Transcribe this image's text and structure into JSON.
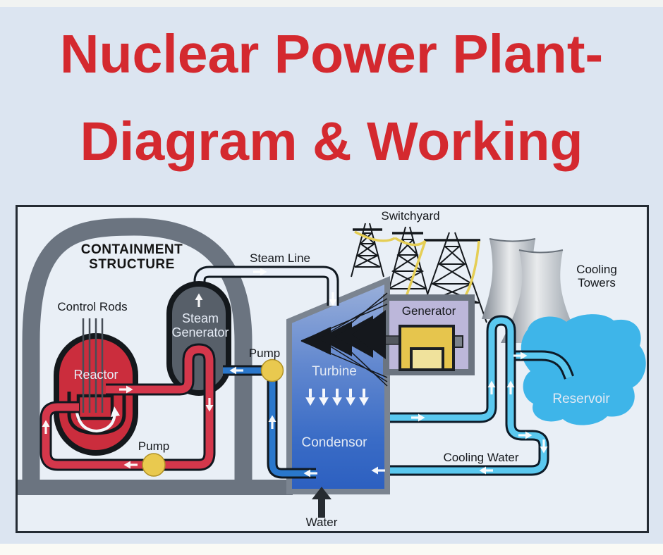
{
  "title": {
    "line1": "Nuclear Power Plant-",
    "line2": "Diagram & Working"
  },
  "labels": {
    "containment_line1": "CONTAINMENT",
    "containment_line2": "STRUCTURE",
    "control_rods": "Control Rods",
    "reactor": "Reactor",
    "steam_generator_line1": "Steam",
    "steam_generator_line2": "Generator",
    "steam_line": "Steam Line",
    "primary_pump": "Pump",
    "feedwater_pump": "Pump",
    "switchyard": "Switchyard",
    "generator": "Generator",
    "turbine": "Turbine",
    "condensor": "Condensor",
    "cooling_towers_line1": "Cooling",
    "cooling_towers_line2": "Towers",
    "reservoir": "Reservoir",
    "cooling_water": "Cooling Water",
    "water": "Water"
  },
  "colors": {
    "title_red": "#d4292f",
    "background": "#dce5f1",
    "panel_bg": "#e9eff6",
    "containment_gray": "#6b7480",
    "reactor_red": "#cb2d3d",
    "primary_pipe_red": "#d4374b",
    "steam_generator_gray": "#575f69",
    "steam_pipe_white": "#e9eff8",
    "feedwater_blue": "#2a77cb",
    "cooling_cyan": "#5ac8ef",
    "pump_yellow": "#e9c94f",
    "turbine_blue_top": "#96abd9",
    "turbine_blue_bottom": "#2c5fc0",
    "generator_lavender": "#bcb7da",
    "machine_yellow": "#e6c54d",
    "reservoir_blue": "#3eb5e9",
    "wire_yellow": "#e5ce55"
  }
}
